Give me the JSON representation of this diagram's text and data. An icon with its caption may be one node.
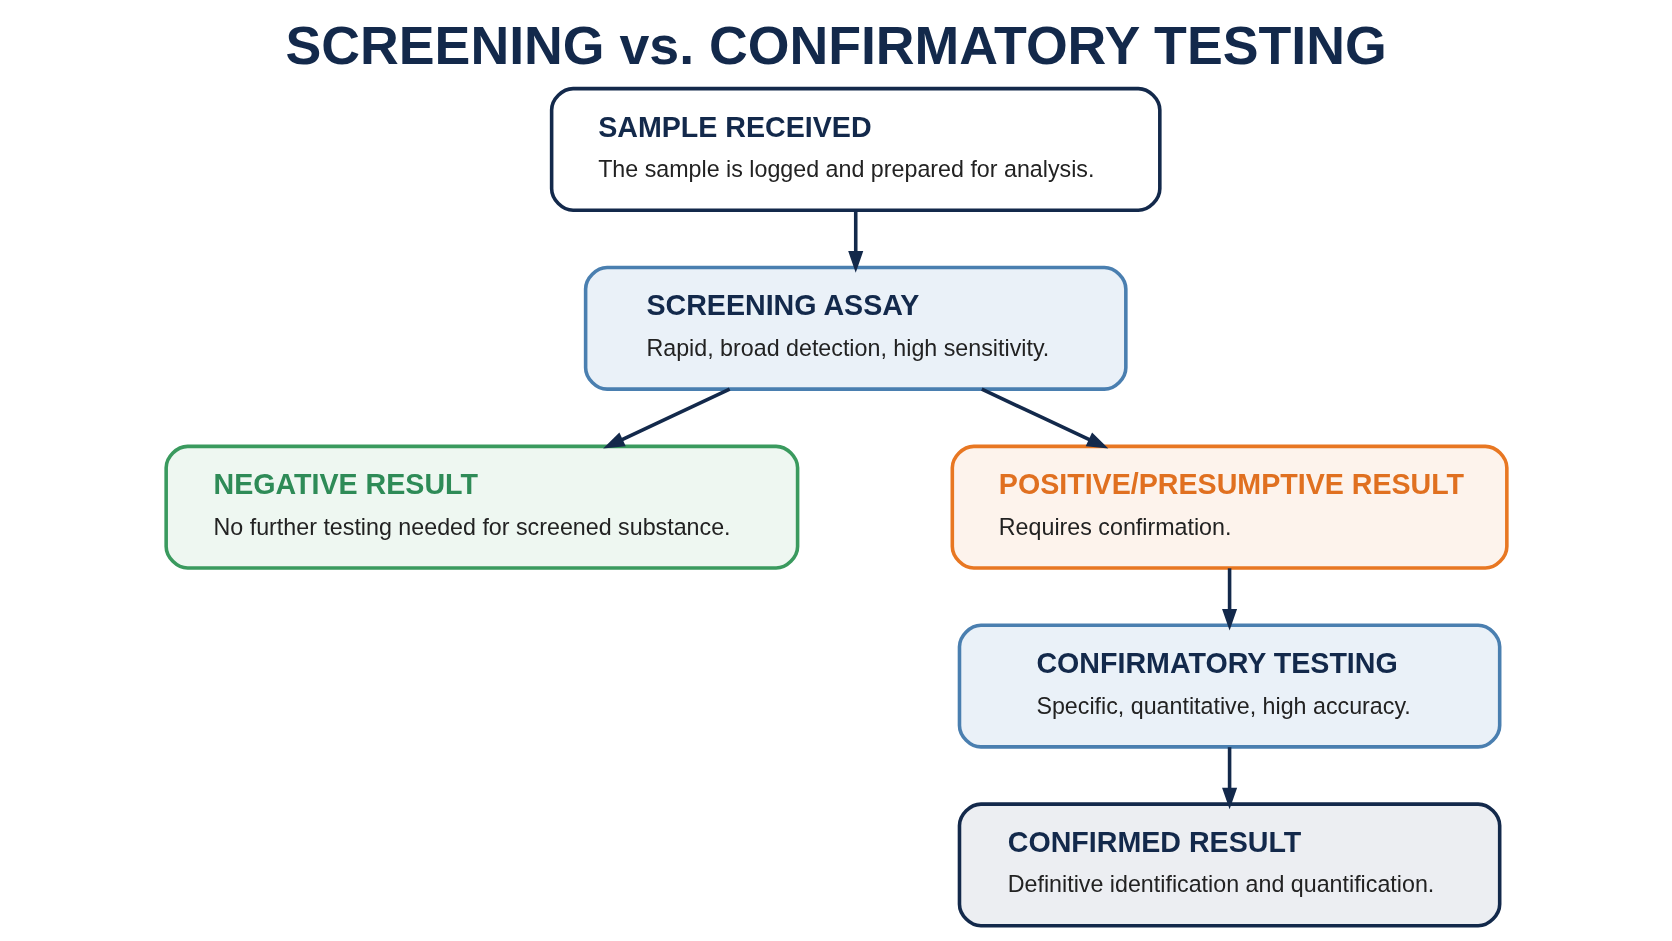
{
  "diagram": {
    "title": "SCREENING vs. CONFIRMATORY TESTING",
    "nodes": [
      {
        "text": [
          "SAMPLE RECEIVED",
          "The sample is logged and prepared for analysis."
        ]
      },
      {
        "text": [
          "SCREENING ASSAY",
          "Rapid, broad detection, high sensitivity."
        ]
      },
      {
        "text": [
          "NEGATIVE RESULT",
          "No further testing needed for screened substance."
        ]
      },
      {
        "text": [
          "POSITIVE/PRESUMPTIVE RESULT",
          "Requires confirmation."
        ]
      },
      {
        "text": [
          "CONFIRMATORY TESTING",
          "Specific, quantitative, high accuracy."
        ]
      },
      {
        "text": [
          "CONFIRMED RESULT",
          "Definitive identification and quantification."
        ]
      }
    ],
    "edges": [
      {
        "from": 0,
        "to": 1,
        "arrow": "to"
      },
      {
        "from": 1,
        "to": 2,
        "arrow": "to"
      },
      {
        "from": 1,
        "to": 3,
        "arrow": "to"
      },
      {
        "from": 3,
        "to": 4,
        "arrow": "to"
      },
      {
        "from": 4,
        "to": 5,
        "arrow": "to"
      }
    ]
  }
}
